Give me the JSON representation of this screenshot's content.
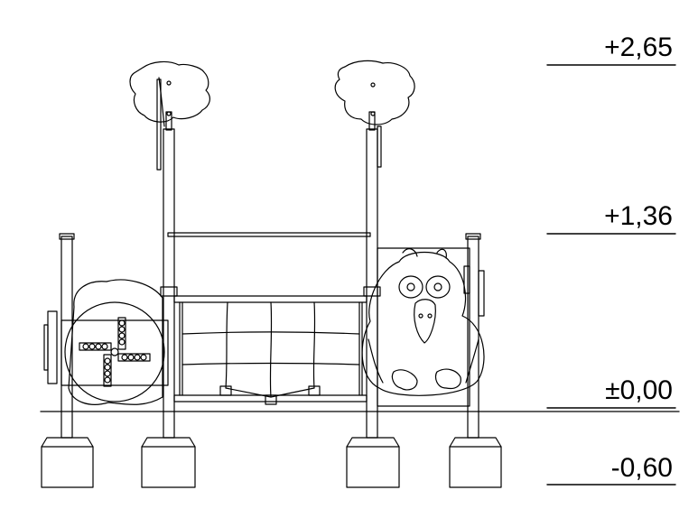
{
  "levels": {
    "top": "+2,65",
    "mid": "+1,36",
    "ground": "±0,00",
    "foundation": "-0,60"
  },
  "colors": {
    "line": "#000000",
    "background": "#ffffff"
  }
}
